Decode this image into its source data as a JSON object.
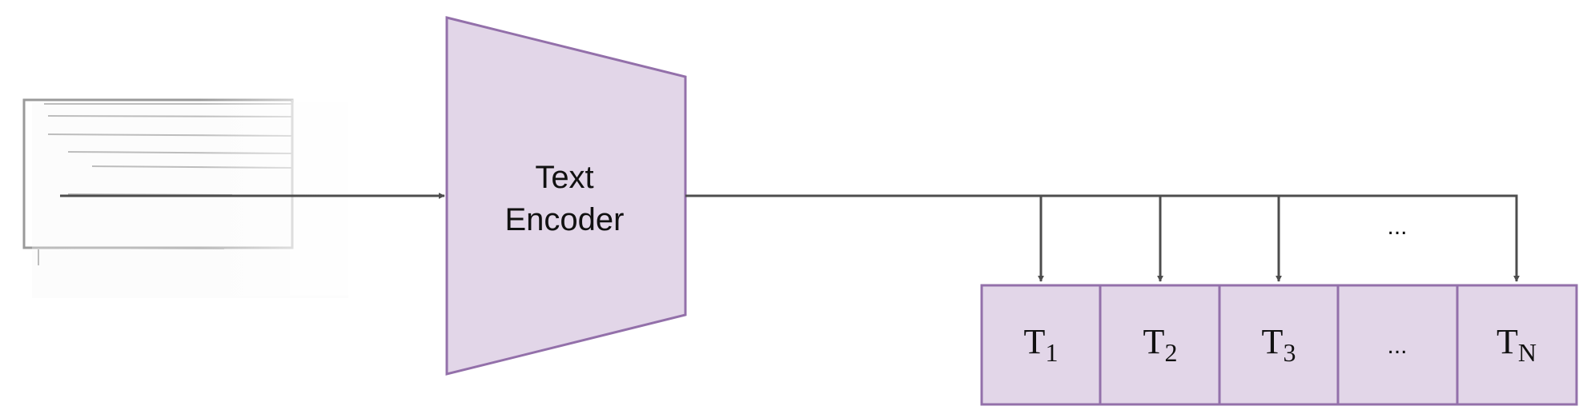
{
  "encoder": {
    "line1": "Text",
    "line2": "Encoder"
  },
  "outputs": {
    "ellipsis_label": "...",
    "tokens": [
      {
        "base": "T",
        "sub": "1"
      },
      {
        "base": "T",
        "sub": "2"
      },
      {
        "base": "T",
        "sub": "3"
      },
      {
        "base": "...",
        "sub": ""
      },
      {
        "base": "T",
        "sub": "N"
      }
    ]
  },
  "colors": {
    "fill": "#e2d6e8",
    "border": "#9370aa",
    "arrow": "#4d4d4d",
    "doc_border": "#9a9a9a",
    "doc_lines": "#bdbdbd"
  }
}
